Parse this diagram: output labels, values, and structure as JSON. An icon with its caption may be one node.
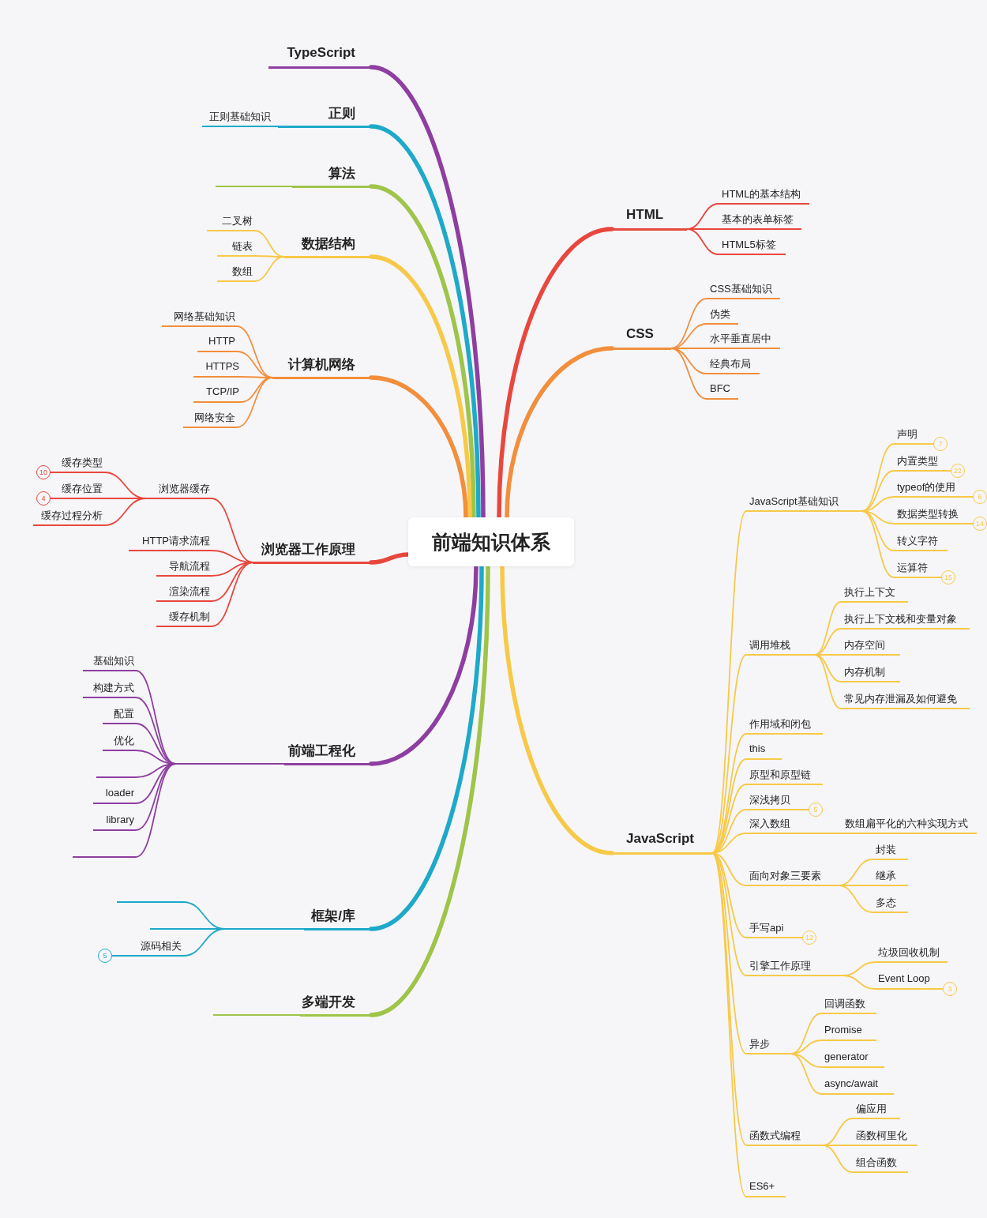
{
  "diagram": {
    "nodes": [
      {
        "text": [
          "前端知识体系"
        ]
      },
      {
        "text": [
          "TypeScript"
        ]
      },
      {
        "text": [
          "正则"
        ]
      },
      {
        "text": [
          "正则基础知识"
        ]
      },
      {
        "text": [
          "算法"
        ]
      },
      {
        "text": [],
        "shape": "bar"
      },
      {
        "text": [
          "数据结构"
        ]
      },
      {
        "text": [
          "二叉树"
        ]
      },
      {
        "text": [
          "链表"
        ]
      },
      {
        "text": [
          "数组"
        ]
      },
      {
        "text": [
          "计算机网络"
        ]
      },
      {
        "text": [
          "网络基础知识"
        ]
      },
      {
        "text": [
          "HTTP"
        ]
      },
      {
        "text": [
          "HTTPS"
        ]
      },
      {
        "text": [
          "TCP/IP"
        ]
      },
      {
        "text": [
          "网络安全"
        ]
      },
      {
        "text": [
          "浏览器工作原理"
        ]
      },
      {
        "text": [
          "浏览器缓存"
        ]
      },
      {
        "text": [
          "缓存类型"
        ],
        "beside": [
          "10"
        ]
      },
      {
        "text": [
          "缓存位置"
        ],
        "beside": [
          "4"
        ]
      },
      {
        "text": [
          "缓存过程分析"
        ]
      },
      {
        "text": [
          "HTTP请求流程"
        ]
      },
      {
        "text": [
          "导航流程"
        ]
      },
      {
        "text": [
          "渲染流程"
        ]
      },
      {
        "text": [
          "缓存机制"
        ]
      },
      {
        "text": [
          "前端工程化"
        ]
      },
      {
        "text": [],
        "shape": "bar"
      },
      {
        "text": [
          "基础知识"
        ]
      },
      {
        "text": [
          "构建方式"
        ]
      },
      {
        "text": [
          "配置"
        ]
      },
      {
        "text": [
          "优化"
        ]
      },
      {
        "text": [],
        "shape": "bar"
      },
      {
        "text": [
          "loader"
        ]
      },
      {
        "text": [
          "library"
        ]
      },
      {
        "text": [],
        "shape": "bar"
      },
      {
        "text": [
          "框架/库"
        ]
      },
      {
        "text": [],
        "shape": "bar"
      },
      {
        "text": [],
        "shape": "bar"
      },
      {
        "text": [],
        "shape": "bar"
      },
      {
        "text": [
          "源码相关"
        ],
        "beside": [
          "5"
        ]
      },
      {
        "text": [
          "多端开发"
        ]
      },
      {
        "text": [],
        "shape": "bar"
      },
      {
        "text": [
          "HTML"
        ]
      },
      {
        "text": [
          "HTML的基本结构"
        ]
      },
      {
        "text": [
          "基本的表单标签"
        ]
      },
      {
        "text": [
          "HTML5标签"
        ]
      },
      {
        "text": [
          "CSS"
        ]
      },
      {
        "text": [
          "CSS基础知识"
        ]
      },
      {
        "text": [
          "伪类"
        ]
      },
      {
        "text": [
          "水平垂直居中"
        ]
      },
      {
        "text": [
          "经典布局"
        ]
      },
      {
        "text": [
          "BFC"
        ]
      },
      {
        "text": [
          "JavaScript"
        ]
      },
      {
        "text": [
          "JavaScript基础知识"
        ]
      },
      {
        "text": [
          "声明"
        ],
        "beside": [
          "7"
        ]
      },
      {
        "text": [
          "内置类型"
        ],
        "beside": [
          "22"
        ]
      },
      {
        "text": [
          "typeof的使用"
        ],
        "beside": [
          "6"
        ]
      },
      {
        "text": [
          "数据类型转换"
        ],
        "beside": [
          "14"
        ]
      },
      {
        "text": [
          "转义字符"
        ]
      },
      {
        "text": [
          "运算符"
        ],
        "beside": [
          "15"
        ]
      },
      {
        "text": [
          "调用堆栈"
        ]
      },
      {
        "text": [
          "执行上下文"
        ]
      },
      {
        "text": [
          "执行上下文栈和变量对象"
        ]
      },
      {
        "text": [
          "内存空间"
        ]
      },
      {
        "text": [
          "内存机制"
        ]
      },
      {
        "text": [
          "常见内存泄漏及如何避免"
        ]
      },
      {
        "text": [
          "作用域和闭包"
        ]
      },
      {
        "text": [
          "this"
        ]
      },
      {
        "text": [
          "原型和原型链"
        ]
      },
      {
        "text": [
          "深浅拷贝"
        ],
        "beside": [
          "5"
        ]
      },
      {
        "text": [
          "深入数组"
        ]
      },
      {
        "text": [
          "数组扁平化的六种实现方式"
        ]
      },
      {
        "text": [
          "面向对象三要素"
        ]
      },
      {
        "text": [
          "封装"
        ]
      },
      {
        "text": [
          "继承"
        ]
      },
      {
        "text": [
          "多态"
        ]
      },
      {
        "text": [
          "手写api"
        ],
        "beside": [
          "12"
        ]
      },
      {
        "text": [
          "引擎工作原理"
        ]
      },
      {
        "text": [
          "垃圾回收机制"
        ]
      },
      {
        "text": [
          "Event Loop"
        ],
        "beside": [
          "3"
        ]
      },
      {
        "text": [
          "异步"
        ]
      },
      {
        "text": [
          "回调函数"
        ]
      },
      {
        "text": [
          "Promise"
        ]
      },
      {
        "text": [
          "generator"
        ]
      },
      {
        "text": [
          "async/await"
        ]
      },
      {
        "text": [
          "函数式编程"
        ]
      },
      {
        "text": [
          "偏应用"
        ]
      },
      {
        "text": [
          "函数柯里化"
        ]
      },
      {
        "text": [
          "组合函数"
        ]
      },
      {
        "text": [
          "ES6+"
        ]
      }
    ],
    "edges": [
      {
        "from": 0,
        "to": 1,
        "arrow": "none",
        "style": "thick",
        "color": "#8e3ea0"
      },
      {
        "from": 0,
        "to": 2,
        "arrow": "none",
        "style": "thick",
        "color": "#1ea9c9"
      },
      {
        "from": 2,
        "to": 3,
        "arrow": "none",
        "color": "#1ea9c9"
      },
      {
        "from": 0,
        "to": 4,
        "arrow": "none",
        "style": "thick",
        "color": "#9ec44a"
      },
      {
        "from": 4,
        "to": 5,
        "arrow": "none",
        "color": "#9ec44a"
      },
      {
        "from": 0,
        "to": 6,
        "arrow": "none",
        "style": "thick"
      },
      {
        "from": 6,
        "to": 7,
        "arrow": "none"
      },
      {
        "from": 6,
        "to": 8,
        "arrow": "none"
      },
      {
        "from": 6,
        "to": 9,
        "arrow": "none"
      },
      {
        "from": 0,
        "to": 10,
        "arrow": "none",
        "style": "thick",
        "color": "#f28e3c"
      },
      {
        "from": 10,
        "to": 11,
        "arrow": "none",
        "color": "#f28e3c"
      },
      {
        "from": 10,
        "to": 12,
        "arrow": "none",
        "color": "#f28e3c"
      },
      {
        "from": 10,
        "to": 13,
        "arrow": "none",
        "color": "#f28e3c"
      },
      {
        "from": 10,
        "to": 14,
        "arrow": "none",
        "color": "#f28e3c"
      },
      {
        "from": 10,
        "to": 15,
        "arrow": "none",
        "color": "#f28e3c"
      },
      {
        "from": 0,
        "to": 16,
        "arrow": "none",
        "style": "thick",
        "color": "#e8473d"
      },
      {
        "from": 16,
        "to": 17,
        "arrow": "none",
        "color": "#e8473d"
      },
      {
        "from": 17,
        "to": 18,
        "arrow": "none",
        "color": "#e8473d"
      },
      {
        "from": 17,
        "to": 19,
        "arrow": "none",
        "color": "#e8473d"
      },
      {
        "from": 17,
        "to": 20,
        "arrow": "none",
        "color": "#e8473d"
      },
      {
        "from": 16,
        "to": 21,
        "arrow": "none",
        "color": "#e8473d"
      },
      {
        "from": 16,
        "to": 22,
        "arrow": "none",
        "color": "#e8473d"
      },
      {
        "from": 16,
        "to": 23,
        "arrow": "none",
        "color": "#e8473d"
      },
      {
        "from": 16,
        "to": 24,
        "arrow": "none",
        "color": "#e8473d"
      },
      {
        "from": 0,
        "to": 25,
        "arrow": "none",
        "style": "thick",
        "color": "#8e3ea0"
      },
      {
        "from": 25,
        "to": 26,
        "arrow": "none",
        "color": "#8e3ea0"
      },
      {
        "from": 26,
        "to": 27,
        "arrow": "none",
        "color": "#8e3ea0"
      },
      {
        "from": 26,
        "to": 28,
        "arrow": "none",
        "color": "#8e3ea0"
      },
      {
        "from": 26,
        "to": 29,
        "arrow": "none",
        "color": "#8e3ea0"
      },
      {
        "from": 26,
        "to": 30,
        "arrow": "none",
        "color": "#8e3ea0"
      },
      {
        "from": 26,
        "to": 31,
        "arrow": "none",
        "color": "#8e3ea0"
      },
      {
        "from": 26,
        "to": 32,
        "arrow": "none",
        "color": "#8e3ea0"
      },
      {
        "from": 26,
        "to": 33,
        "arrow": "none",
        "color": "#8e3ea0"
      },
      {
        "from": 26,
        "to": 34,
        "arrow": "none",
        "color": "#8e3ea0"
      },
      {
        "from": 0,
        "to": 35,
        "arrow": "none",
        "style": "thick",
        "color": "#1ea9c9"
      },
      {
        "from": 35,
        "to": 36,
        "arrow": "none",
        "color": "#1ea9c9"
      },
      {
        "from": 36,
        "to": 37,
        "arrow": "none",
        "color": "#1ea9c9"
      },
      {
        "from": 36,
        "to": 38,
        "arrow": "none",
        "color": "#1ea9c9"
      },
      {
        "from": 36,
        "to": 39,
        "arrow": "none",
        "color": "#1ea9c9"
      },
      {
        "from": 0,
        "to": 40,
        "arrow": "none",
        "style": "thick",
        "color": "#9ec44a"
      },
      {
        "from": 40,
        "to": 41,
        "arrow": "none",
        "color": "#9ec44a"
      },
      {
        "from": 0,
        "to": 42,
        "arrow": "none",
        "style": "thick",
        "color": "#e8473d"
      },
      {
        "from": 42,
        "to": 43,
        "arrow": "none",
        "color": "#e8473d"
      },
      {
        "from": 42,
        "to": 44,
        "arrow": "none",
        "color": "#e8473d"
      },
      {
        "from": 42,
        "to": 45,
        "arrow": "none",
        "color": "#e8473d"
      },
      {
        "from": 0,
        "to": 46,
        "arrow": "none",
        "style": "thick",
        "color": "#f28e3c"
      },
      {
        "from": 46,
        "to": 47,
        "arrow": "none",
        "color": "#f28e3c"
      },
      {
        "from": 46,
        "to": 48,
        "arrow": "none",
        "color": "#f28e3c"
      },
      {
        "from": 46,
        "to": 49,
        "arrow": "none",
        "color": "#f28e3c"
      },
      {
        "from": 46,
        "to": 50,
        "arrow": "none",
        "color": "#f28e3c"
      },
      {
        "from": 46,
        "to": 51,
        "arrow": "none",
        "color": "#f28e3c"
      },
      {
        "from": 0,
        "to": 52,
        "arrow": "none",
        "style": "thick"
      },
      {
        "from": 52,
        "to": 53,
        "arrow": "none"
      },
      {
        "from": 53,
        "to": 54,
        "arrow": "none"
      },
      {
        "from": 53,
        "to": 55,
        "arrow": "none"
      },
      {
        "from": 53,
        "to": 56,
        "arrow": "none"
      },
      {
        "from": 53,
        "to": 57,
        "arrow": "none"
      },
      {
        "from": 53,
        "to": 58,
        "arrow": "none"
      },
      {
        "from": 53,
        "to": 59,
        "arrow": "none"
      },
      {
        "from": 52,
        "to": 60,
        "arrow": "none"
      },
      {
        "from": 60,
        "to": 61,
        "arrow": "none"
      },
      {
        "from": 60,
        "to": 62,
        "arrow": "none"
      },
      {
        "from": 60,
        "to": 63,
        "arrow": "none"
      },
      {
        "from": 60,
        "to": 64,
        "arrow": "none"
      },
      {
        "from": 60,
        "to": 65,
        "arrow": "none"
      },
      {
        "from": 52,
        "to": 66,
        "arrow": "none"
      },
      {
        "from": 52,
        "to": 67,
        "arrow": "none"
      },
      {
        "from": 52,
        "to": 68,
        "arrow": "none"
      },
      {
        "from": 52,
        "to": 69,
        "arrow": "none"
      },
      {
        "from": 52,
        "to": 70,
        "arrow": "none"
      },
      {
        "from": 70,
        "to": 71,
        "arrow": "none"
      },
      {
        "from": 52,
        "to": 72,
        "arrow": "none"
      },
      {
        "from": 72,
        "to": 73,
        "arrow": "none"
      },
      {
        "from": 72,
        "to": 74,
        "arrow": "none"
      },
      {
        "from": 72,
        "to": 75,
        "arrow": "none"
      },
      {
        "from": 52,
        "to": 76,
        "arrow": "none"
      },
      {
        "from": 52,
        "to": 77,
        "arrow": "none"
      },
      {
        "from": 77,
        "to": 78,
        "arrow": "none"
      },
      {
        "from": 77,
        "to": 79,
        "arrow": "none"
      },
      {
        "from": 52,
        "to": 80,
        "arrow": "none"
      },
      {
        "from": 80,
        "to": 81,
        "arrow": "none"
      },
      {
        "from": 80,
        "to": 82,
        "arrow": "none"
      },
      {
        "from": 80,
        "to": 83,
        "arrow": "none"
      },
      {
        "from": 80,
        "to": 84,
        "arrow": "none"
      },
      {
        "from": 52,
        "to": 85,
        "arrow": "none"
      },
      {
        "from": 85,
        "to": 86,
        "arrow": "none"
      },
      {
        "from": 85,
        "to": 87,
        "arrow": "none"
      },
      {
        "from": 85,
        "to": 88,
        "arrow": "none"
      },
      {
        "from": 52,
        "to": 89,
        "arrow": "none"
      }
    ]
  }
}
